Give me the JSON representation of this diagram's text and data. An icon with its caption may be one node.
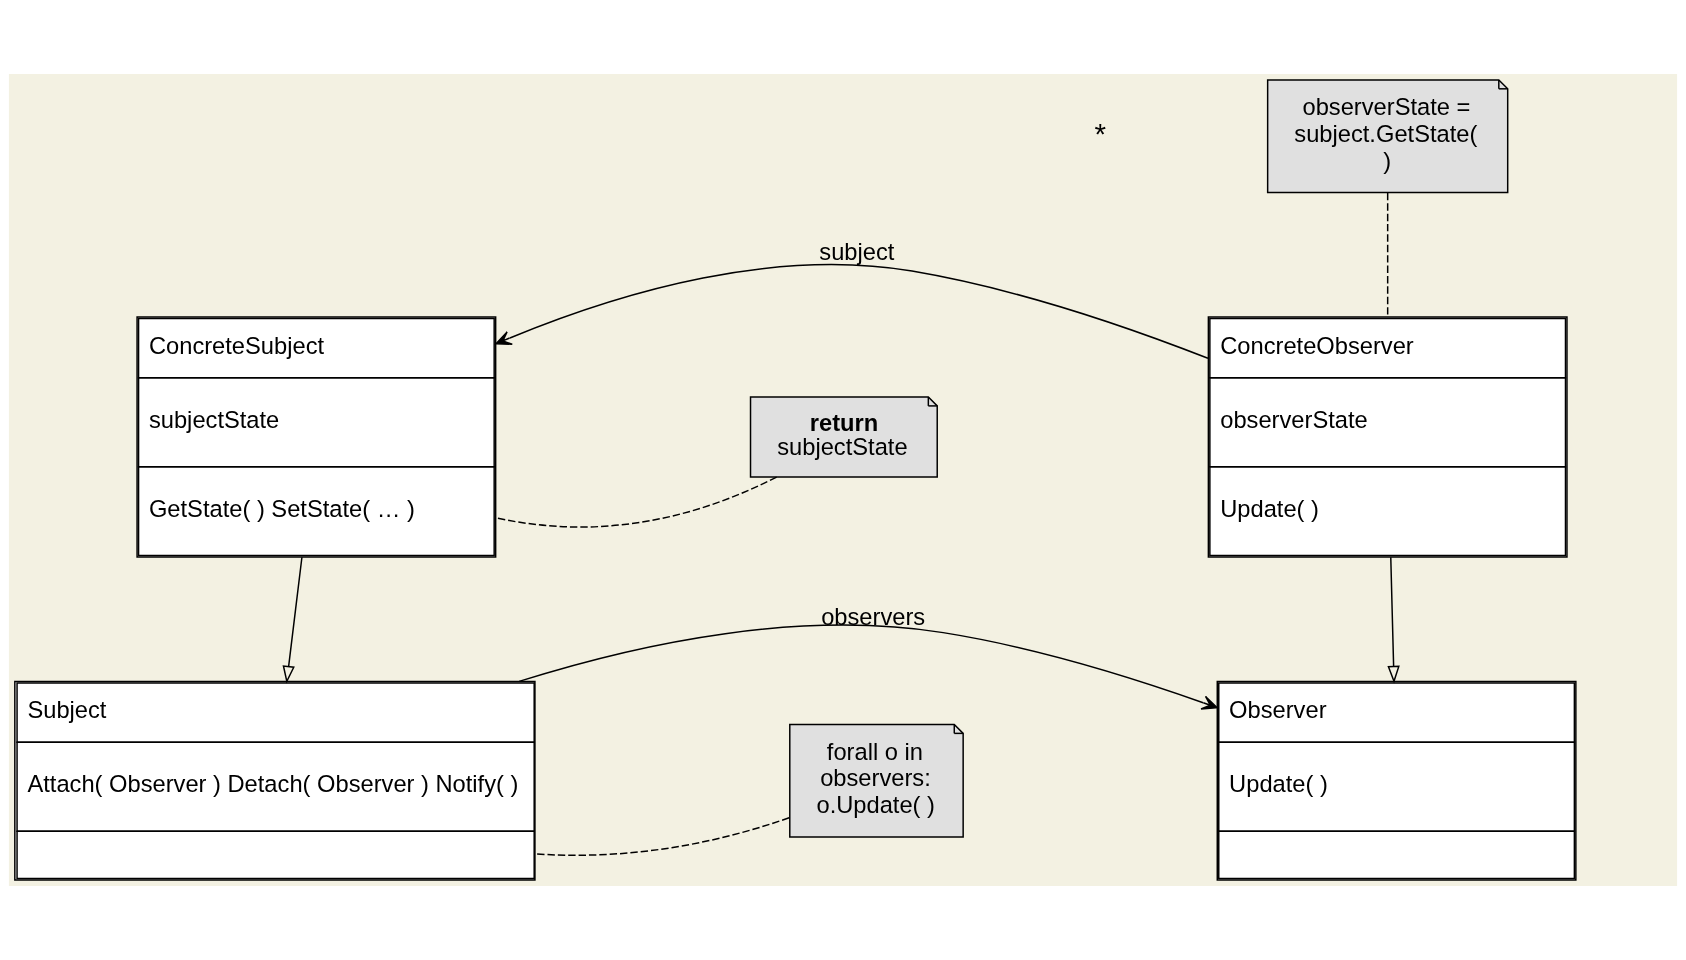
{
  "diagram": {
    "nodes": [
      {
        "text": [
          "Subject",
          "Attach( Observer ) Detach( Observer ) Notify( )"
        ]
      },
      {
        "text": [
          "Observer",
          "Update( )"
        ]
      },
      {
        "text": [
          "forall o in observers: o.Update( )"
        ]
      },
      {
        "text": [
          "ConcreteSubject",
          "subjectState",
          "GetState( ) SetState( … )"
        ]
      },
      {
        "text": [
          "ConcreteObserver",
          "observerState",
          "Update( )"
        ]
      },
      {
        "text": [
          "**return** subjectState"
        ]
      },
      {
        "text": [
          "observerState = subject.GetState( )"
        ]
      }
    ],
    "edges": [
      {
        "from": 0,
        "to": 1,
        "arrow": "to",
        "label": "observers"
      },
      {
        "from": 3,
        "to": 0,
        "arrow": "to"
      },
      {
        "from": 4,
        "to": 1,
        "arrow": "to"
      },
      {
        "from": 4,
        "to": 3,
        "arrow": "to",
        "label": "subject"
      },
      {
        "from": 2,
        "to": 0,
        "arrow": "none",
        "style": "dashed"
      },
      {
        "from": 5,
        "to": 3,
        "arrow": "none",
        "style": "dashed"
      },
      {
        "from": 6,
        "to": 4,
        "arrow": "none",
        "style": "dashed"
      }
    ],
    "labels": [
      "*"
    ]
  }
}
